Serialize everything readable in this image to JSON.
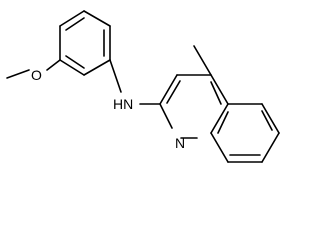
{
  "molecule": {
    "atom_labels": {
      "oxygen": "O",
      "amine": "HN",
      "ring_nitrogen": "N"
    },
    "colors": {
      "bond": "#000000",
      "text": "#000000",
      "background": "#ffffff"
    }
  }
}
